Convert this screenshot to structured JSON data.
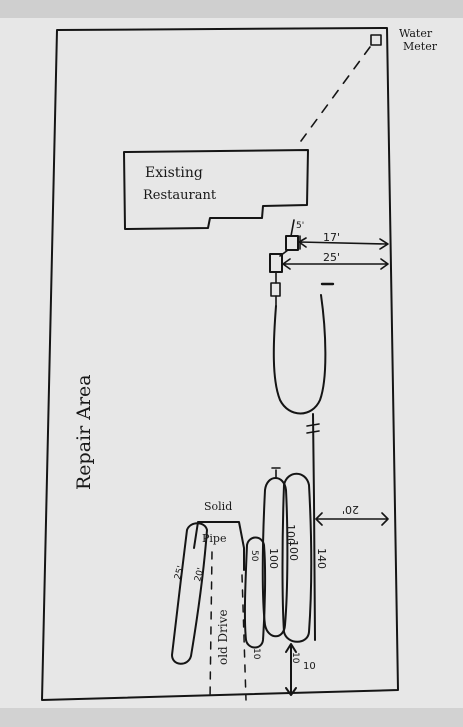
{
  "labels": {
    "water_meter_1": "Water",
    "water_meter_2": "Meter",
    "restaurant_1": "Existing",
    "restaurant_2": "Restaurant",
    "repair_area": "Repair Area",
    "solid": "Solid",
    "pipe": "Pipe",
    "old_drive": "old Drive"
  },
  "dimensions": {
    "d_5": "5'",
    "d_17": "17'",
    "d_25_top": "25'",
    "d_20_right": "20'",
    "d_25_left": "25'",
    "d_20_left": "20'",
    "d_10_bottom": "10"
  },
  "numbers": {
    "n_100_a": "100",
    "n_100_b": "100",
    "n_100_c": "100",
    "n_50": "50",
    "n_10_left": "10",
    "n_10_mid": "10",
    "n_140": "140"
  }
}
